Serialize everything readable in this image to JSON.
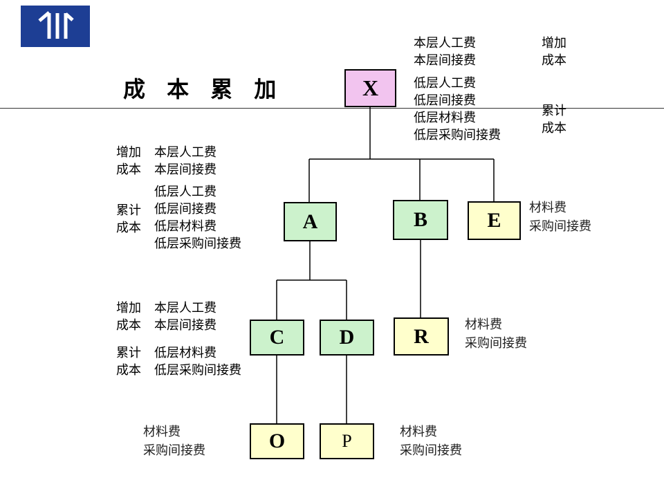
{
  "title": "成 本 累 加",
  "logo": {
    "name": "company-logo"
  },
  "colors": {
    "node_pink": "#f2c4ef",
    "node_green": "#ccf2cc",
    "node_yellow": "#ffffcc",
    "logo_blue": "#1d3e94",
    "line": "#000000"
  },
  "nodes": {
    "x": "X",
    "a": "A",
    "b": "B",
    "e": "E",
    "c": "C",
    "d": "D",
    "r": "R",
    "o": "O",
    "p": "P"
  },
  "ann_top": {
    "add_label": [
      "增加",
      "成本"
    ],
    "cum_label": [
      "累计",
      "成本"
    ],
    "add_items": [
      "本层人工费",
      "本层间接费"
    ],
    "cum_items": [
      "低层人工费",
      "低层间接费",
      "低层材料费",
      "低层采购间接费"
    ]
  },
  "ann_mid": {
    "add_label": [
      "增加",
      "成本"
    ],
    "cum_label": [
      "累计",
      "成本"
    ],
    "add_items": [
      "本层人工费",
      "本层间接费"
    ],
    "cum_items": [
      "低层人工费",
      "低层间接费",
      "低层材料费",
      "低层采购间接费"
    ]
  },
  "ann_low": {
    "add_label": [
      "增加",
      "成本"
    ],
    "cum_label": [
      "累计",
      "成本"
    ],
    "add_items": [
      "本层人工费",
      "本层间接费"
    ],
    "cum_items": [
      "低层材料费",
      "低层采购间接费"
    ]
  },
  "mat_e": [
    "材料费",
    "采购间接费"
  ],
  "mat_r": [
    "材料费",
    "采购间接费"
  ],
  "mat_o": [
    "材料费",
    "采购间接费"
  ],
  "mat_p": [
    "材料费",
    "采购间接费"
  ]
}
